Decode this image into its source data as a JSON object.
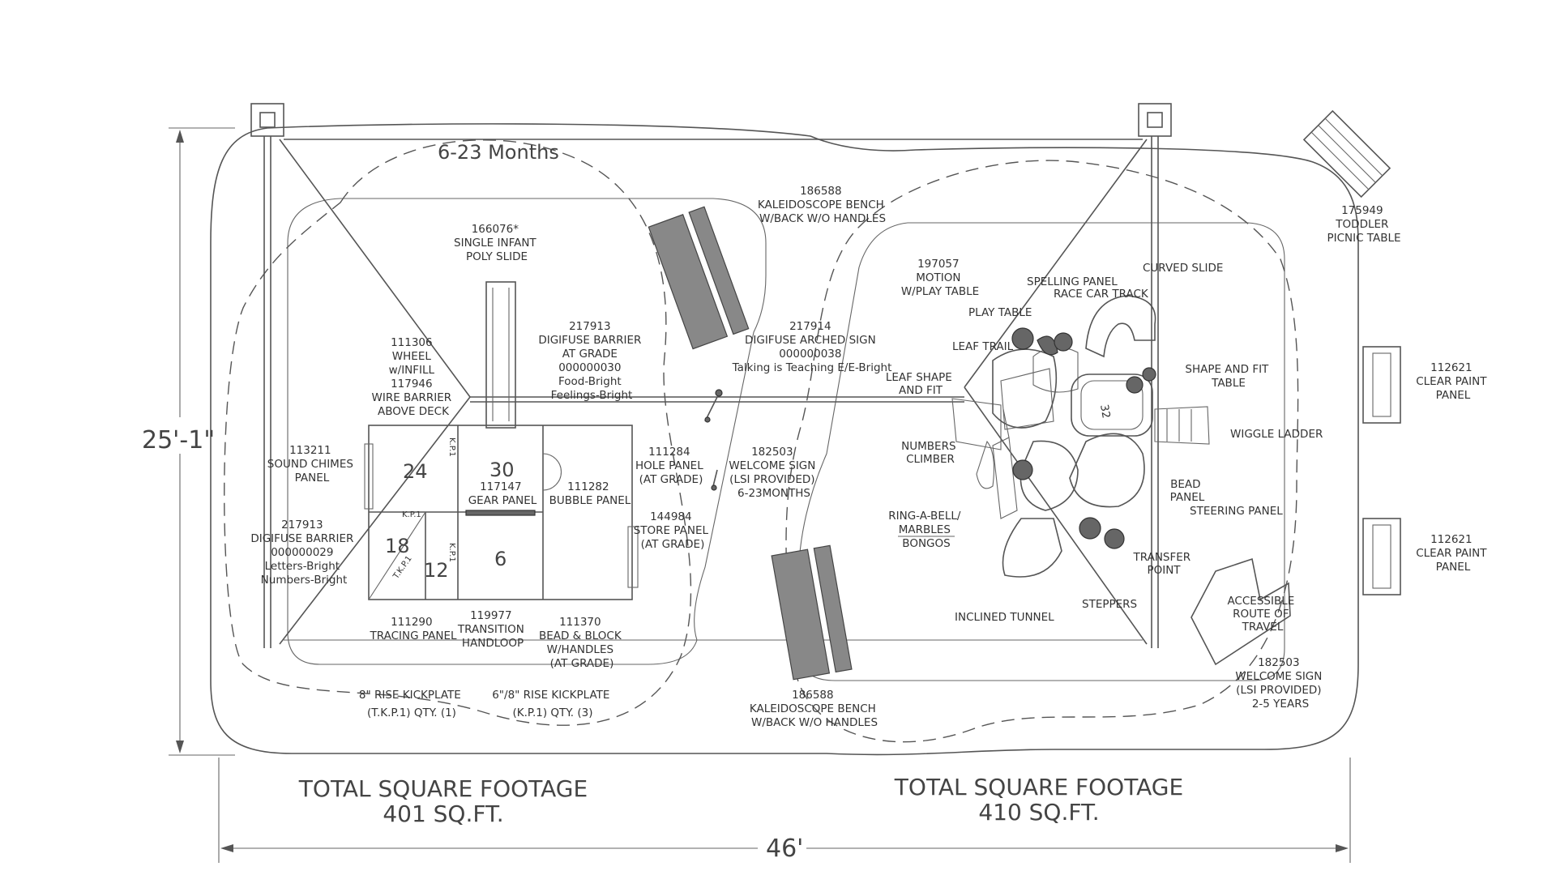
{
  "plan": {
    "zone_infant": "6-23 Months",
    "dimensions": {
      "height": "25'-1\"",
      "width": "46'"
    },
    "footage": [
      {
        "line1": "TOTAL SQUARE FOOTAGE",
        "line2": "401 SQ.FT."
      },
      {
        "line1": "TOTAL SQUARE FOOTAGE",
        "line2": "410 SQ.FT."
      }
    ],
    "deck_numbers": [
      "24",
      "30",
      "18",
      "12",
      "6"
    ],
    "structure_number": "32",
    "kp_tags": [
      "K.P.1",
      "K.P.1",
      "K.P.1",
      "T.K.P.1"
    ],
    "labels": {
      "slide_infant": [
        "166076*",
        "SINGLE INFANT",
        "POLY SLIDE"
      ],
      "wheel": [
        "111306",
        "WHEEL",
        "w/INFILL",
        "117946",
        "WIRE BARRIER",
        "ABOVE DECK"
      ],
      "digifuse_grade": [
        "217913",
        "DIGIFUSE BARRIER",
        "AT GRADE",
        "000000030",
        "Food-Bright",
        "Feelings-Bright"
      ],
      "digifuse_arched": [
        "217914",
        "DIGIFUSE ARCHED SIGN",
        "000000038",
        "Talking is Teaching E/E-Bright"
      ],
      "bench_top": [
        "186588",
        "KALEIDOSCOPE BENCH",
        "W/BACK W/O HANDLES"
      ],
      "sound_chimes": [
        "113211",
        "SOUND CHIMES",
        "PANEL"
      ],
      "digifuse_left": [
        "217913",
        "DIGIFUSE BARRIER",
        "000000029",
        "Letters-Bright",
        "Numbers-Bright"
      ],
      "gear": [
        "117147",
        "GEAR PANEL"
      ],
      "bubble": [
        "111282",
        "BUBBLE PANEL"
      ],
      "hole": [
        "111284",
        "HOLE PANEL",
        "(AT GRADE)"
      ],
      "welcome_infant": [
        "182503",
        "WELCOME SIGN",
        "(LSI PROVIDED)",
        "6-23MONTHS"
      ],
      "store": [
        "144984",
        "STORE PANEL",
        "(AT GRADE)"
      ],
      "tracing": [
        "111290",
        "TRACING PANEL"
      ],
      "transition": [
        "119977",
        "TRANSITION",
        "HANDLOOP"
      ],
      "bead_block": [
        "111370",
        "BEAD & BLOCK",
        "W/HANDLES",
        "(AT GRADE)"
      ],
      "kick_tkp": [
        "8\" RISE KICKPLATE",
        "(T.K.P.1) QTY. (1)"
      ],
      "kick_kp": [
        "6\"/8\" RISE KICKPLATE",
        "(K.P.1) QTY. (3)"
      ],
      "bench_bottom": [
        "186588",
        "KALEIDOSCOPE BENCH",
        "W/BACK W/O HANDLES"
      ],
      "motion": [
        "197057",
        "MOTION",
        "W/PLAY TABLE"
      ],
      "spelling": [
        "SPELLING PANEL"
      ],
      "race_car": [
        "RACE CAR TRACK"
      ],
      "curved_slide": [
        "CURVED SLIDE"
      ],
      "play_table": [
        "PLAY TABLE"
      ],
      "leaf_trail": [
        "LEAF TRAIL"
      ],
      "leaf_shape": [
        "LEAF SHAPE",
        "AND FIT"
      ],
      "shape_fit": [
        "SHAPE AND FIT",
        "TABLE"
      ],
      "wiggle": [
        "WIGGLE LADDER"
      ],
      "numbers_climber": [
        "NUMBERS",
        "CLIMBER"
      ],
      "bead_panel": [
        "BEAD",
        "PANEL"
      ],
      "steering": [
        "STEERING PANEL"
      ],
      "ring_bell": [
        "RING-A-BELL/",
        "MARBLES",
        "BONGOS"
      ],
      "transfer": [
        "TRANSFER",
        "POINT"
      ],
      "steppers": [
        "STEPPERS"
      ],
      "tunnel": [
        "INCLINED TUNNEL"
      ],
      "accessible": [
        "ACCESSIBLE",
        "ROUTE OF",
        "TRAVEL"
      ],
      "welcome_toddler": [
        "182503",
        "WELCOME SIGN",
        "(LSI PROVIDED)",
        "2-5 YEARS"
      ],
      "picnic": [
        "175949",
        "TODDLER",
        "PICNIC TABLE"
      ],
      "clear_paint_1": [
        "112621",
        "CLEAR PAINT",
        "PANEL"
      ],
      "clear_paint_2": [
        "112621",
        "CLEAR PAINT",
        "PANEL"
      ]
    }
  }
}
